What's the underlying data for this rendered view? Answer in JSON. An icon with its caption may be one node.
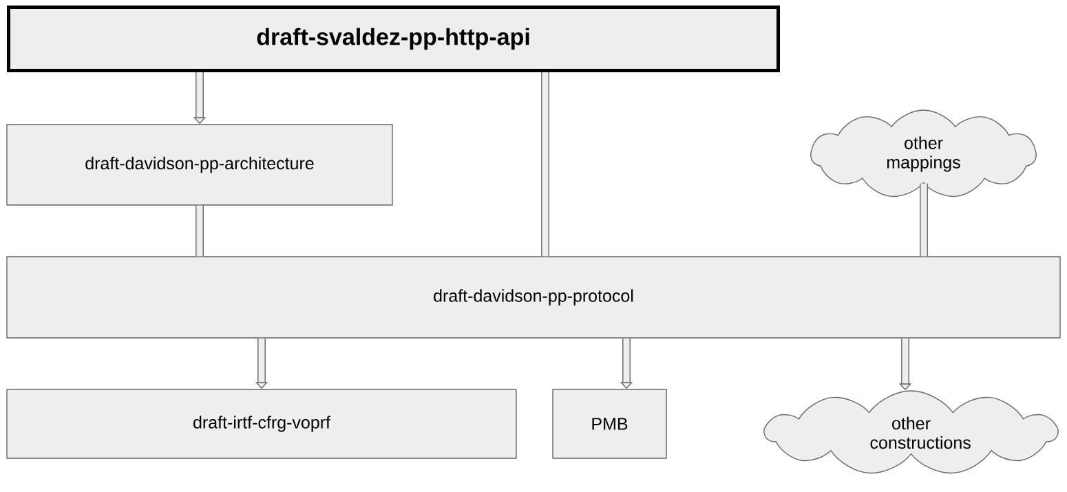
{
  "diagram": {
    "nodes": [
      {
        "text": [
          "draft-svaldez-pp-http-api"
        ]
      },
      {
        "text": [
          "draft-davidson-pp-architecture"
        ]
      },
      {
        "text": [
          "draft-davidson-pp-protocol"
        ]
      },
      {
        "text": [
          "other mappings"
        ]
      },
      {
        "text": [
          "draft-irtf-cfrg-voprf"
        ]
      },
      {
        "text": [
          "PMB"
        ]
      },
      {
        "text": [
          "other constructions"
        ]
      }
    ],
    "edges": [
      {
        "from": 0,
        "to": 1,
        "arrow": "to"
      },
      {
        "from": 1,
        "to": 2,
        "arrow": "none"
      },
      {
        "from": 0,
        "to": 2,
        "arrow": "none"
      },
      {
        "from": 3,
        "to": 2,
        "arrow": "none"
      },
      {
        "from": 2,
        "to": 4,
        "arrow": "to"
      },
      {
        "from": 2,
        "to": 5,
        "arrow": "to"
      },
      {
        "from": 2,
        "to": 6,
        "arrow": "to"
      }
    ]
  }
}
